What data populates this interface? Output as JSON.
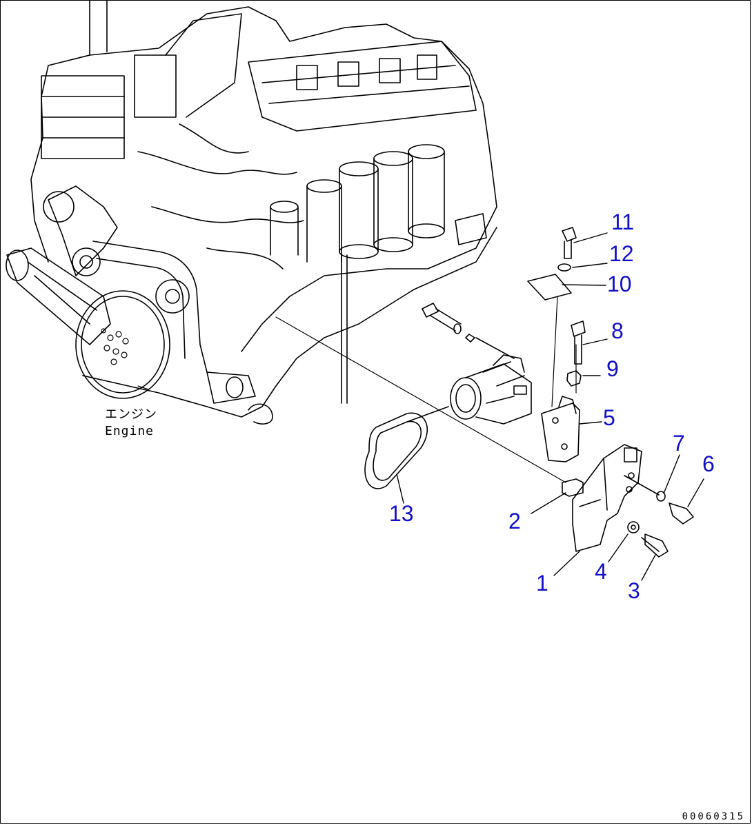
{
  "engine_label": {
    "jp": "エンジン",
    "en": "Engine"
  },
  "drawing_number": "00060315",
  "callouts": [
    {
      "id": "c11",
      "label": "11"
    },
    {
      "id": "c12",
      "label": "12"
    },
    {
      "id": "c10",
      "label": "10"
    },
    {
      "id": "c8",
      "label": "8"
    },
    {
      "id": "c9",
      "label": "9"
    },
    {
      "id": "c5",
      "label": "5"
    },
    {
      "id": "c7",
      "label": "7"
    },
    {
      "id": "c6",
      "label": "6"
    },
    {
      "id": "c13",
      "label": "13"
    },
    {
      "id": "c2",
      "label": "2"
    },
    {
      "id": "c1",
      "label": "1"
    },
    {
      "id": "c4",
      "label": "4"
    },
    {
      "id": "c3",
      "label": "3"
    }
  ],
  "colors": {
    "callout": "#1010c8",
    "line": "#000000"
  }
}
